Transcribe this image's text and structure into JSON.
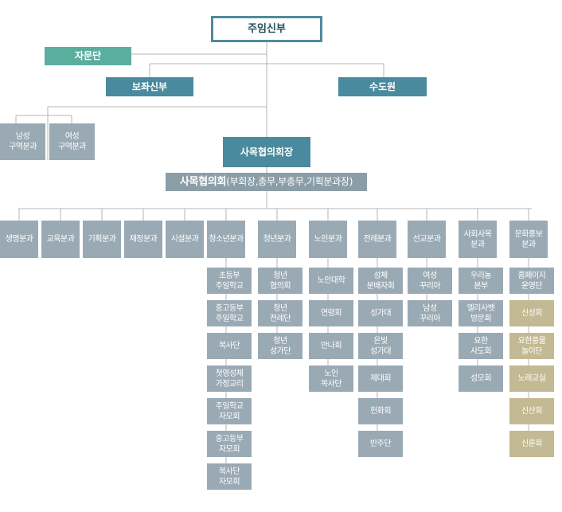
{
  "chief": "주임신부",
  "advisory": "자문단",
  "assistant_priest": "보좌신부",
  "monk": "수도원",
  "district": {
    "male": [
      "남성",
      "구역분과"
    ],
    "female": [
      "여성",
      "구역분과"
    ]
  },
  "council_chair": "사목협의회장",
  "council": {
    "name": "사목협의회",
    "members": "(부회장,총무,부총무,기획분과장)"
  },
  "departments": [
    {
      "name": [
        "생명분과"
      ],
      "subs": []
    },
    {
      "name": [
        "교육분과"
      ],
      "subs": []
    },
    {
      "name": [
        "기획분과"
      ],
      "subs": []
    },
    {
      "name": [
        "재정분과"
      ],
      "subs": []
    },
    {
      "name": [
        "시설분과"
      ],
      "subs": []
    },
    {
      "name": [
        "청소년분과"
      ],
      "subs": [
        [
          "초등부",
          "주일학교"
        ],
        [
          "중고등부",
          "주일학교"
        ],
        [
          "복사단"
        ],
        [
          "첫영성체",
          "가정교리"
        ],
        [
          "주일학교",
          "자모회"
        ],
        [
          "중고등부",
          "자모회"
        ],
        [
          "복사단",
          "자모회"
        ]
      ]
    },
    {
      "name": [
        "청년분과"
      ],
      "subs": [
        [
          "청년",
          "협의회"
        ],
        [
          "청년",
          "전례단"
        ],
        [
          "청년",
          "성가단"
        ]
      ]
    },
    {
      "name": [
        "노인분과"
      ],
      "subs": [
        [
          "노인대학"
        ],
        [
          "연령회"
        ],
        [
          "안나회"
        ],
        [
          "노인",
          "복사단"
        ]
      ]
    },
    {
      "name": [
        "전례분과"
      ],
      "subs": [
        [
          "성체",
          "분배자회"
        ],
        [
          "성가대"
        ],
        [
          "은빛",
          "성가대"
        ],
        [
          "제대회"
        ],
        [
          "헌화회"
        ],
        [
          "반주단"
        ]
      ]
    },
    {
      "name": [
        "선교분과"
      ],
      "subs": [
        [
          "여성",
          "꾸리아"
        ],
        [
          "남성",
          "꾸리아"
        ]
      ]
    },
    {
      "name": [
        "사회사목",
        "분과"
      ],
      "subs": [
        [
          "우리농",
          "본부"
        ],
        [
          "엘리사벳",
          "방문회"
        ],
        [
          "요한",
          "사도회"
        ],
        [
          "성모회"
        ]
      ]
    },
    {
      "name": [
        "문화홍보",
        "분과"
      ],
      "subs": [
        [
          "홈페이지",
          "운영단"
        ],
        [
          "신성회"
        ],
        [
          "요한풍물",
          "놀이단"
        ],
        [
          "노래교실"
        ],
        [
          "신산회"
        ],
        [
          "신룬회"
        ]
      ]
    }
  ],
  "colors": {
    "teal": "#4a8a9e",
    "mint": "#5aae9e",
    "grey": "#9aaab4",
    "tan": "#c3b992",
    "line": "#b4b4b4"
  }
}
